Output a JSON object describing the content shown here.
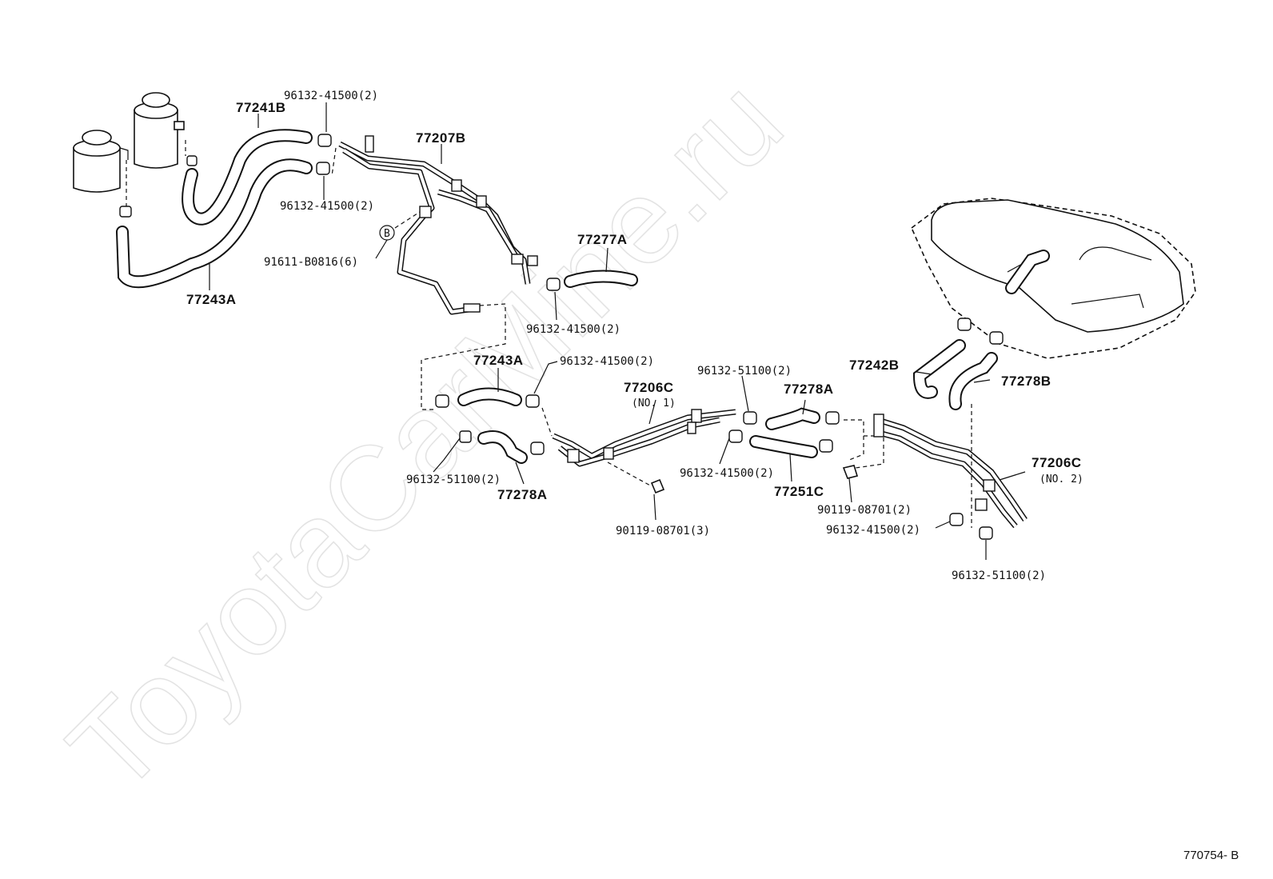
{
  "watermark": "ToyotaCarMine.ru",
  "figure_id": "770754- B",
  "labels": {
    "p77241B": "77241B",
    "p77243A_top": "77243A",
    "c96132_41500_a": "96132-41500(2)",
    "c96132_41500_b": "96132-41500(2)",
    "p77207B": "77207B",
    "ref_B": "B",
    "c91611": "91611-B0816(6)",
    "p77277A": "77277A",
    "c96132_41500_c": "96132-41500(2)",
    "p77243A_mid": "77243A",
    "c96132_41500_d": "96132-41500(2)",
    "p77206C_1": "77206C",
    "p77206C_1_no": "(NO. 1)",
    "c96132_51100_a": "96132-51100(2)",
    "p77278A_a": "77278A",
    "c96132_51100_b": "96132-51100(2)",
    "p77278A_b": "77278A",
    "c90119_a": "90119-08701(3)",
    "c96132_41500_e": "96132-41500(2)",
    "p77251C": "77251C",
    "c90119_b": "90119-08701(2)",
    "c96132_41500_f": "96132-41500(2)",
    "p77242B": "77242B",
    "p77278B": "77278B",
    "p77206C_2": "77206C",
    "p77206C_2_no": "(NO. 2)",
    "c96132_51100_c": "96132-51100(2)"
  }
}
